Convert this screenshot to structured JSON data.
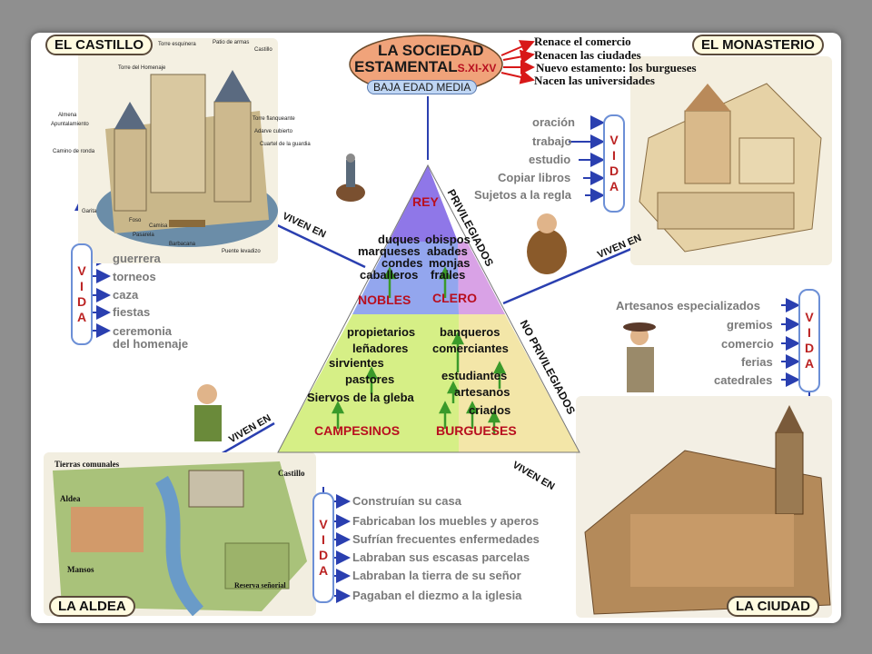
{
  "title": {
    "line1": "LA SOCIEDAD",
    "line2": "ESTAMENTAL",
    "period": "S.XI-XV",
    "subtitle": "BAJA EDAD MEDIA"
  },
  "changes": [
    "Renace el comercio",
    "Renacen las ciudades",
    "Nuevo estamento: los burgueses",
    "Nacen las universidades"
  ],
  "places": {
    "castillo": {
      "title": "EL CASTILLO",
      "labels": [
        "Torre esquinera",
        "Patio de armas",
        "Castillo",
        "Torre del Homenaje",
        "Almena",
        "Apuntalamiento",
        "Camino de ronda",
        "Torre flanqueante",
        "Adarve cubierto",
        "Cuartel de la guardia",
        "Garita",
        "Foso",
        "Camisa",
        "Pasarela",
        "Barbacana",
        "Puente levadizo"
      ]
    },
    "monasterio": {
      "title": "EL MONASTERIO"
    },
    "aldea": {
      "title": "LA  ALDEA",
      "labels": [
        "Tierras comunales",
        "Aldea",
        "Castillo",
        "Mansos",
        "Reserva señorial"
      ]
    },
    "ciudad": {
      "title": "LA CIUDAD"
    }
  },
  "vida_letters": [
    "V",
    "I",
    "D",
    "A"
  ],
  "monasterio_vida": [
    "oración",
    "trabajo",
    "estudio",
    "Copiar libros",
    "Sujetos a la regla"
  ],
  "castillo_vida": [
    "guerrera",
    "torneos",
    "caza",
    "fiestas",
    "ceremonia",
    "del homenaje"
  ],
  "ciudad_vida": [
    "Artesanos especializados",
    "gremios",
    "comercio",
    "ferias",
    "catedrales"
  ],
  "aldea_vida": [
    "Construían su casa",
    "Fabricaban los muebles y aperos",
    "Sufrían frecuentes enfermedades",
    "Labraban sus escasas parcelas",
    "Labraban la tierra de su señor",
    "Pagaban el diezmo a la iglesia"
  ],
  "viven_en": "VIVEN EN",
  "pyramid": {
    "rey": "REY",
    "privilegiados": "PRIVILEGIADOS",
    "no_privilegiados": "NO PRIVILEGIADOS",
    "nobles": {
      "label": "NOBLES",
      "members": [
        "duques",
        "marqueses",
        "condes",
        "caballeros"
      ]
    },
    "clero": {
      "label": "CLERO",
      "members": [
        "obispos",
        "abades",
        "monjas",
        "frailes"
      ]
    },
    "campesinos": {
      "label": "CAMPESINOS",
      "members": [
        "propietarios",
        "leñadores",
        "sirvientes",
        "pastores",
        "Siervos de la gleba"
      ]
    },
    "burgueses": {
      "label": "BURGUESES",
      "members": [
        "banqueros",
        "comerciantes",
        "estudiantes",
        "artesanos",
        "criados"
      ]
    }
  },
  "colors": {
    "rey": "#8f77e8",
    "nobles": "#93a6ee",
    "clero": "#d9a2e6",
    "campesinos": "#d6ef86",
    "burgueses": "#f3e6a8",
    "accent_red": "#b80f1f",
    "arrow_blue": "#2a3fb0",
    "arrow_red": "#d81818"
  }
}
